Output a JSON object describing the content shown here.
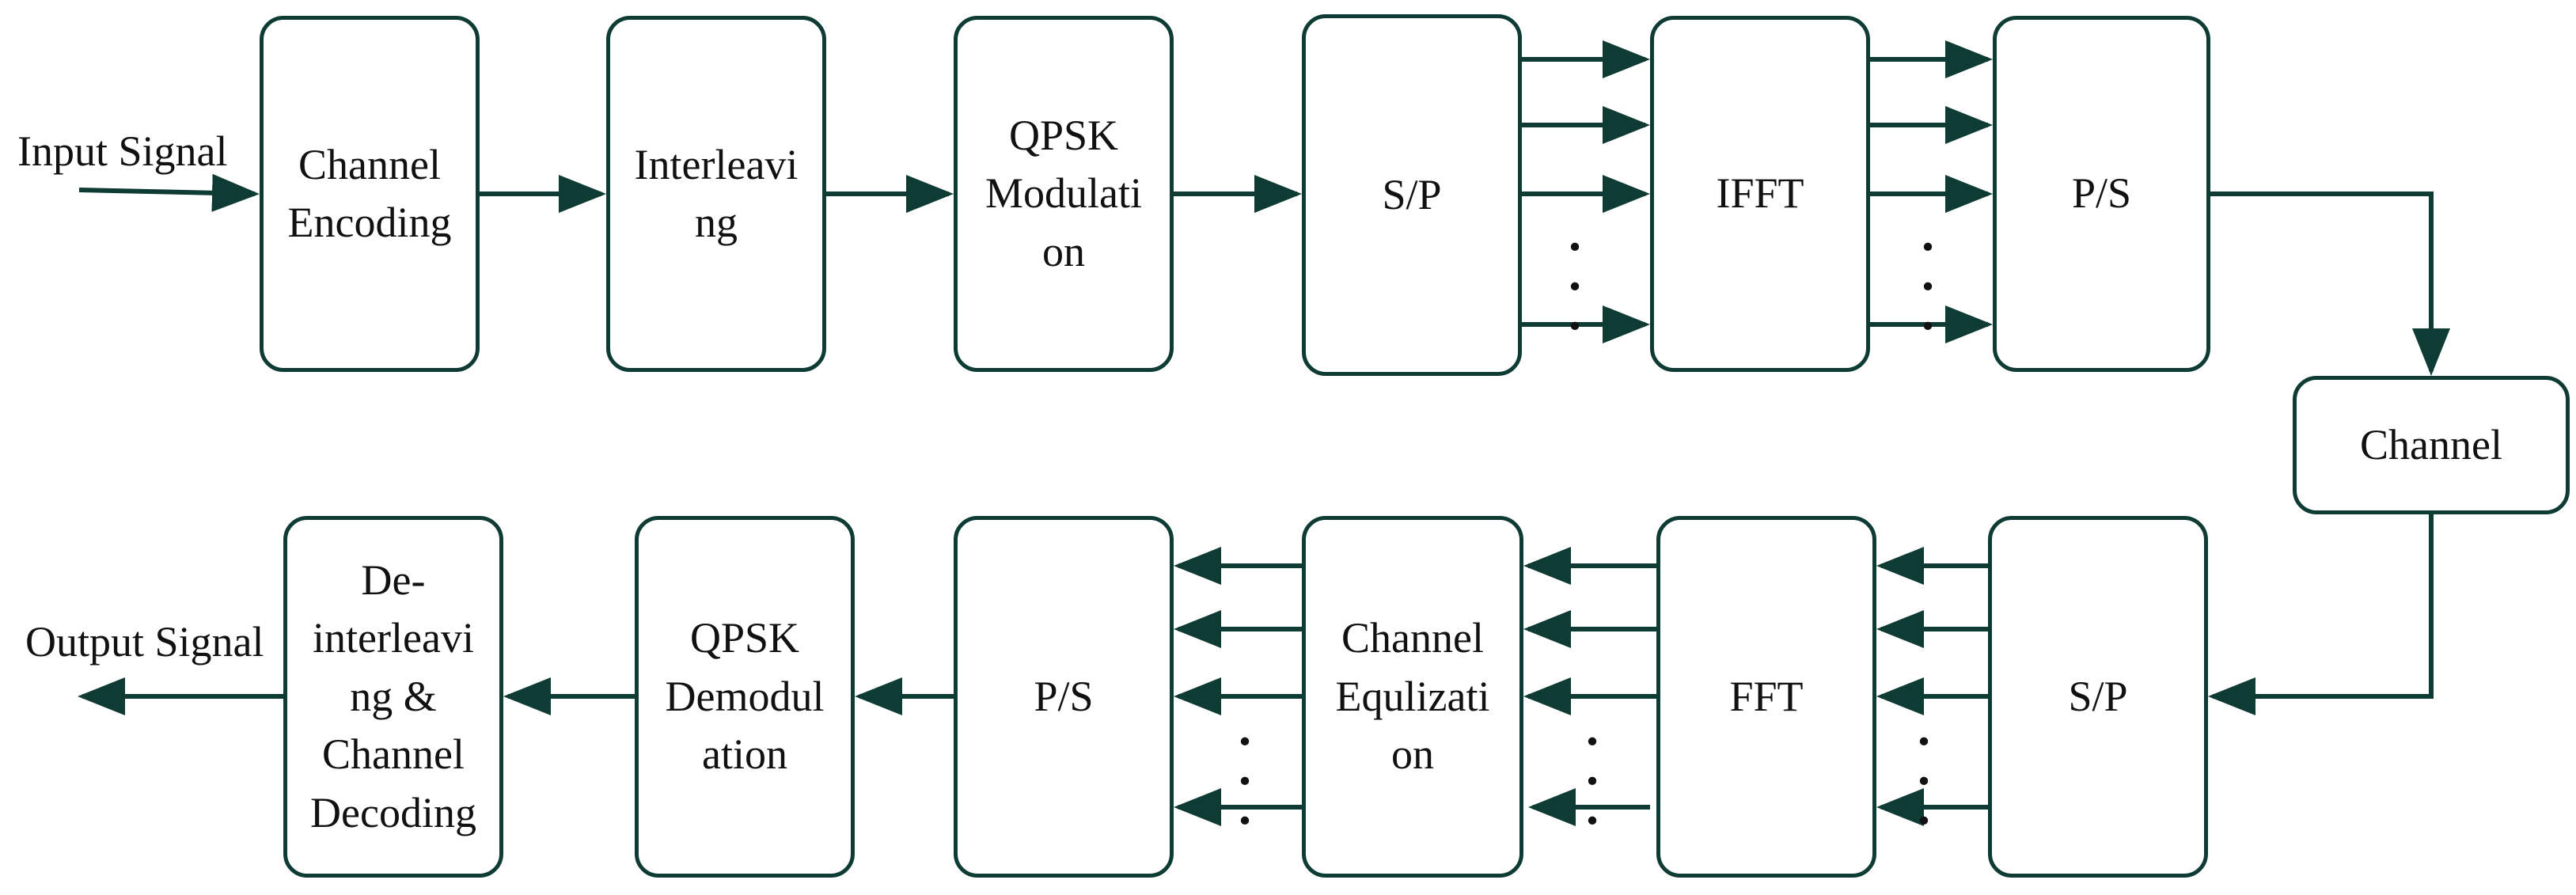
{
  "diagram": {
    "input_label": "Input Signal",
    "output_label": "Output Signal",
    "dots": ".\n.\n.",
    "blocks": {
      "channel_encoding": "Channel\nEncoding",
      "interleaving": "Interleavi\nng",
      "qpsk_modulation": "QPSK\nModulati\non",
      "sp_tx": "S/P",
      "ifft": "IFFT",
      "ps_tx": "P/S",
      "channel": "Channel",
      "sp_rx": "S/P",
      "fft": "FFT",
      "channel_equalization": "Channel\nEqulizati\non",
      "ps_rx": "P/S",
      "qpsk_demodulation": "QPSK\nDemodul\nation",
      "deinterleaving_decoding": "De-\ninterleavi\nng &\nChannel\nDecoding"
    },
    "colors": {
      "stroke": "#0f3b35",
      "text": "#111111",
      "background": "#ffffff"
    }
  }
}
